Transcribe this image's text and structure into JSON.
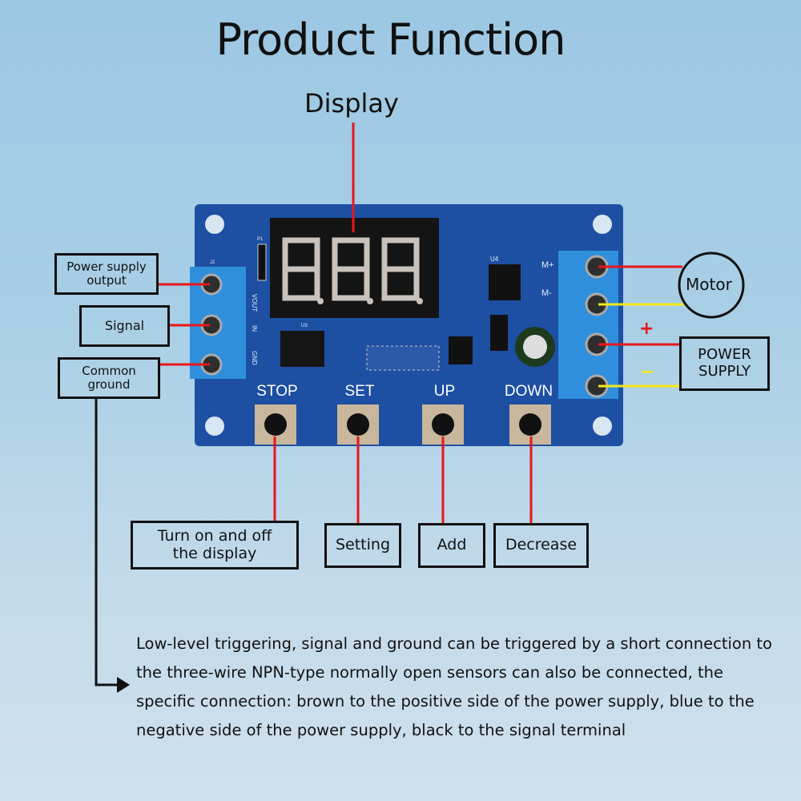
{
  "title": "Product Function",
  "display_label": "Display",
  "display_digits": "888",
  "left_labels": {
    "power_output": "Power supply output",
    "signal": "Signal",
    "common_ground": "Common ground"
  },
  "board": {
    "buttons": [
      "STOP",
      "SET",
      "UP",
      "DOWN"
    ],
    "pins_left": [
      "VOUT",
      "IN",
      "GND"
    ],
    "pins_right": [
      "M+",
      "M-"
    ],
    "chips": [
      "U4",
      "U3",
      "P1",
      "J2"
    ]
  },
  "right_labels": {
    "motor": "Motor",
    "plus": "+",
    "minus": "−",
    "power_supply": "POWER SUPPLY"
  },
  "button_functions": [
    "Turn on and off the display",
    "Setting",
    "Add",
    "Decrease"
  ],
  "description": "Low-level triggering, signal and ground can be triggered by a short connection to the three-wire NPN-type normally open sensors can also be connected, the specific connection: brown to the positive side of the power supply, blue to the negative side of the power supply, black to the signal terminal",
  "colors": {
    "board": "#1d4fa3",
    "terminal": "#2f8fdc",
    "red_wire": "#e8161b",
    "yellow_wire": "#f4e81a"
  }
}
